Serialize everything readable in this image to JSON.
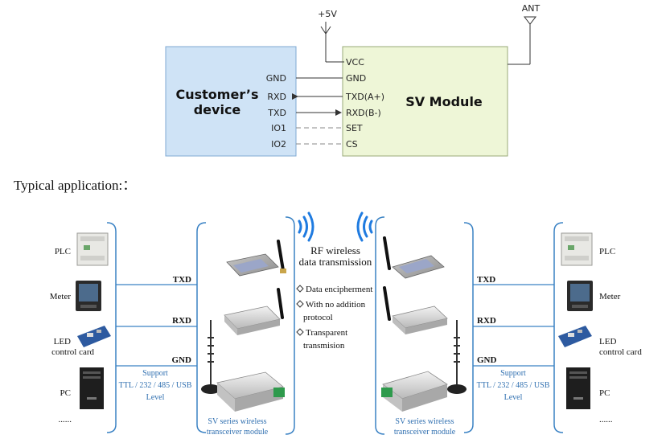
{
  "wiring": {
    "power_label": "+5V",
    "antenna_label": "ANT",
    "customer_title_line1": "Customer’s",
    "customer_title_line2": "device",
    "module_title": "SV Module",
    "customer_pins": [
      "GND",
      "RXD",
      "TXD",
      "IO1",
      "IO2"
    ],
    "module_pins": [
      "VCC",
      "GND",
      "TXD(A+)",
      "RXD(B-)",
      "SET",
      "CS"
    ],
    "colors": {
      "customer_fill": "#cfe3f6",
      "customer_stroke": "#7fa9d3",
      "module_fill": "#eef6d7",
      "module_stroke": "#99aa7a",
      "line": "#333333",
      "dashed": "#8a8a8a"
    }
  },
  "typical_heading": "Typical application:：",
  "application": {
    "left_devices": [
      "PLC",
      "Meter",
      "LED",
      "control card",
      "PC",
      "......"
    ],
    "right_devices": [
      "PLC",
      "Meter",
      "LED",
      "control card",
      "PC",
      "......"
    ],
    "signals": [
      "TXD",
      "RXD",
      "GND"
    ],
    "support_text": [
      "Support",
      "TTL / 232 / 485 / USB",
      "Level"
    ],
    "module_caption": [
      "SV series wireless",
      "transceiver module"
    ],
    "center_title": [
      "RF wireless",
      "data transmission"
    ],
    "features": [
      [
        "Data encipherment"
      ],
      [
        "With no addition",
        "protocol"
      ],
      [
        "Transparent",
        "transmision"
      ]
    ],
    "colors": {
      "bracket": "#3a82c4",
      "support": "#2f6fb0",
      "wifi": "#1f7be0"
    }
  }
}
